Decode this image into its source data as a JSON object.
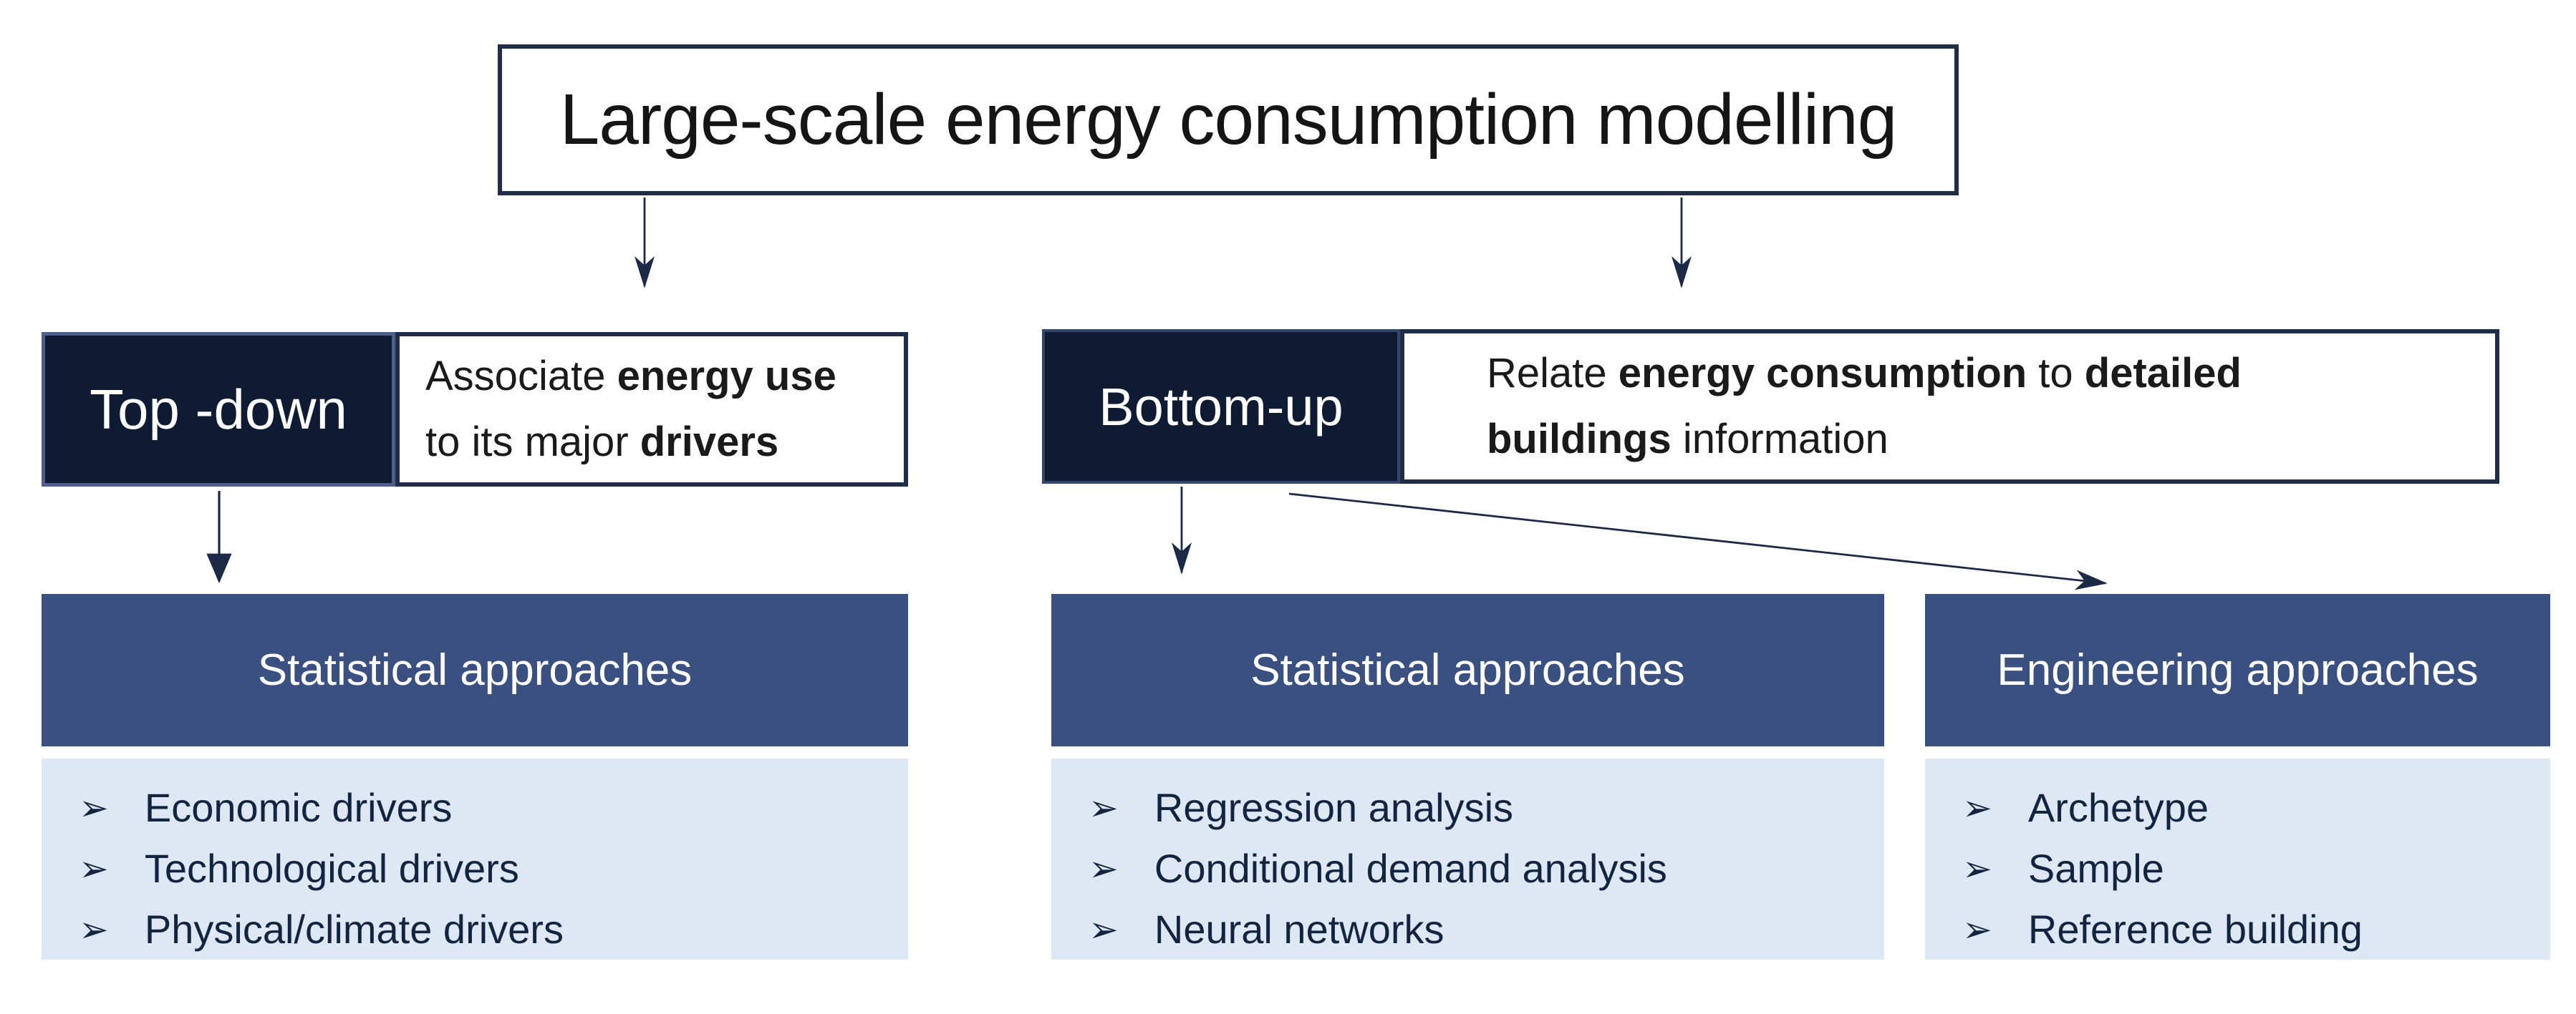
{
  "title": "Large-scale energy consumption modelling",
  "icons": {
    "bullet": "➢"
  },
  "colors": {
    "dark_navy": "#0E1B33",
    "dark_box_border": "#4D5E8C",
    "bu_box_border": "#35446A",
    "frame_border": "#202C48",
    "header_blue": "#3A5081",
    "list_bg": "#DEE8F4",
    "list_text": "#132440",
    "arrow_navy": "#1C2A47",
    "title_text": "#151515"
  },
  "top_down": {
    "label": "Top -down",
    "desc": {
      "l1r1": "Associate ",
      "l1r2": "energy use",
      "l2r1": "to its major ",
      "l2r2": "drivers"
    }
  },
  "bottom_up": {
    "label": "Bottom-up",
    "desc": {
      "l1r1": "Relate ",
      "l1r2": "energy consumption",
      "l1r3": " to ",
      "l1r4": "detailed",
      "l2r1": "buildings",
      "l2r2": " information"
    }
  },
  "columns": [
    {
      "header": "Statistical approaches",
      "items": [
        "Economic drivers",
        "Technological drivers",
        "Physical/climate drivers"
      ]
    },
    {
      "header": "Statistical approaches",
      "items": [
        "Regression analysis",
        "Conditional demand analysis",
        "Neural networks"
      ]
    },
    {
      "header": "Engineering approaches",
      "items": [
        "Archetype",
        "Sample",
        "Reference building"
      ]
    }
  ]
}
